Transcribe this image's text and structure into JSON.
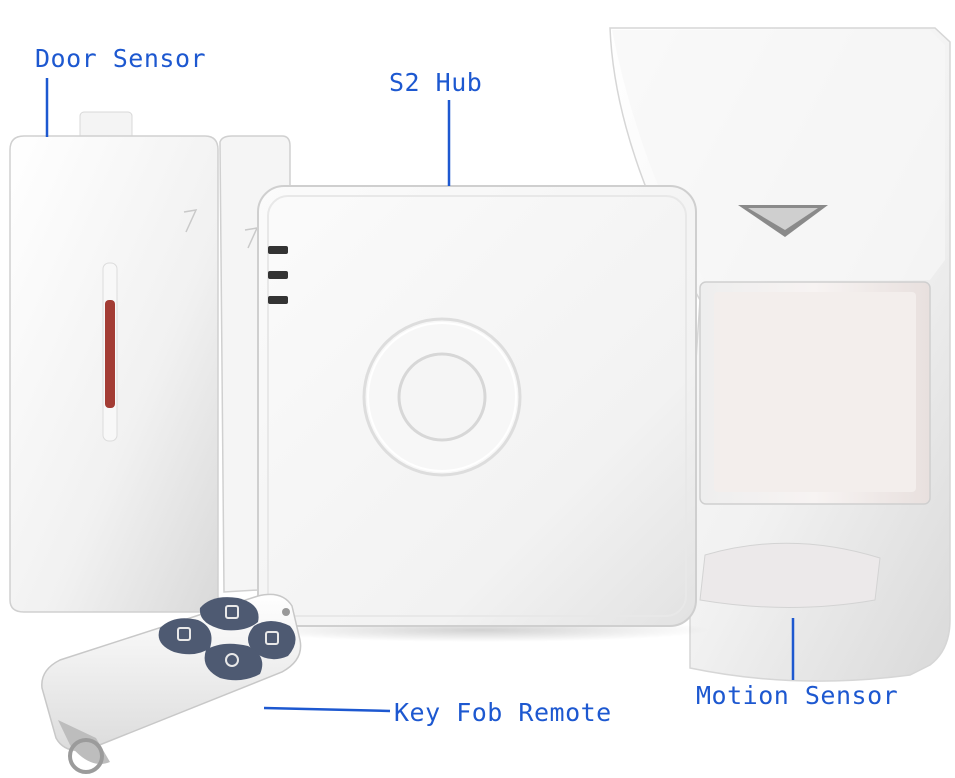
{
  "labels": {
    "door_sensor": "Door Sensor",
    "hub": "S2 Hub",
    "motion_sensor": "Motion Sensor",
    "key_fob": "Key Fob Remote"
  },
  "colors": {
    "label_text": "#1d58d0",
    "leader_line": "#1d58d0",
    "device_body": "#f2f2f2",
    "device_shadow": "#c9c9c9",
    "fob_buttons": "#4e5a72",
    "door_indicator": "#a33c34"
  }
}
